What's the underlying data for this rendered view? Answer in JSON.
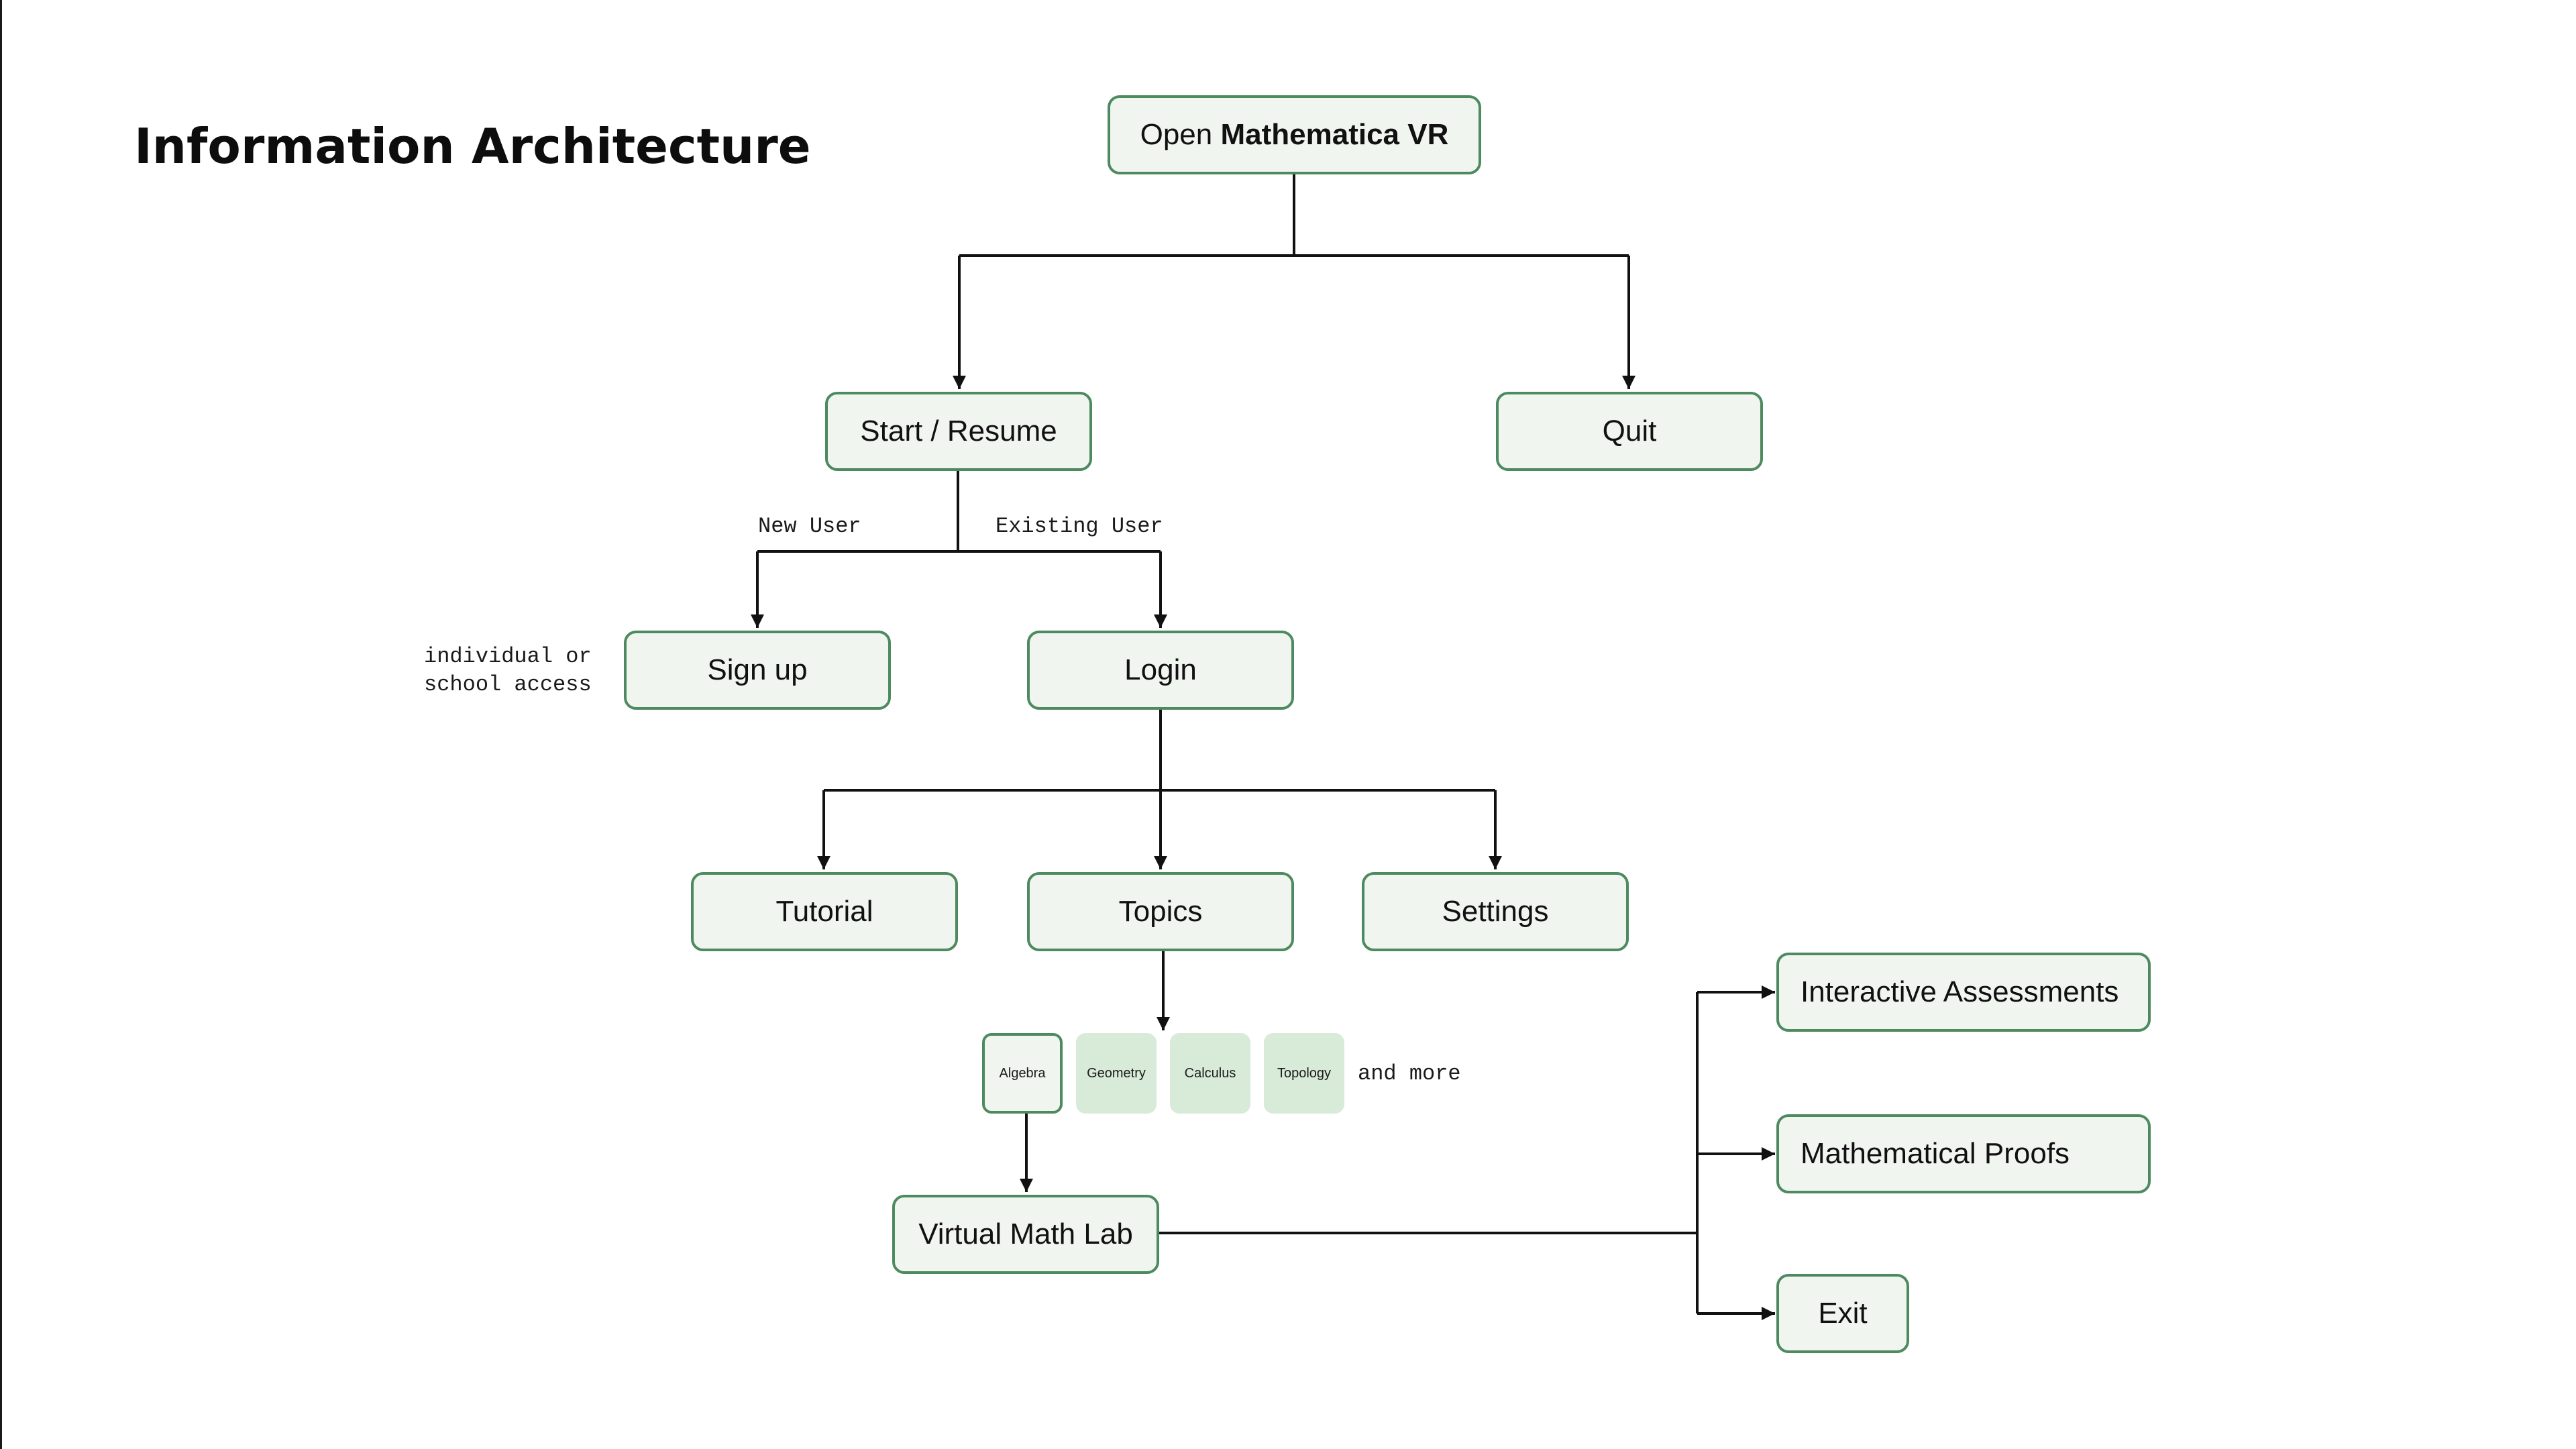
{
  "title": "Information Architecture",
  "root": {
    "prefix": "Open",
    "app_name": "Mathematica VR"
  },
  "nodes": {
    "start_resume": "Start / Resume",
    "quit": "Quit",
    "sign_up": "Sign up",
    "login": "Login",
    "tutorial": "Tutorial",
    "topics": "Topics",
    "settings": "Settings",
    "virtual_math_lab": "Virtual Math Lab",
    "interactive_assessments": "Interactive Assessments",
    "mathematical_proofs": "Mathematical Proofs",
    "exit": "Exit"
  },
  "edge_labels": {
    "new_user": "New User",
    "existing_user": "Existing User"
  },
  "notes": {
    "signup_line1": "individual or",
    "signup_line2": "school access",
    "and_more": "and more"
  },
  "topics": [
    {
      "label": "Algebra",
      "selected": true
    },
    {
      "label": "Geometry",
      "selected": false
    },
    {
      "label": "Calculus",
      "selected": false
    },
    {
      "label": "Topology",
      "selected": false
    }
  ],
  "colors": {
    "node_border": "#4d8a5f",
    "node_fill": "#f1f5f0",
    "chip_fill": "#d8ead8",
    "connector": "#111111"
  }
}
